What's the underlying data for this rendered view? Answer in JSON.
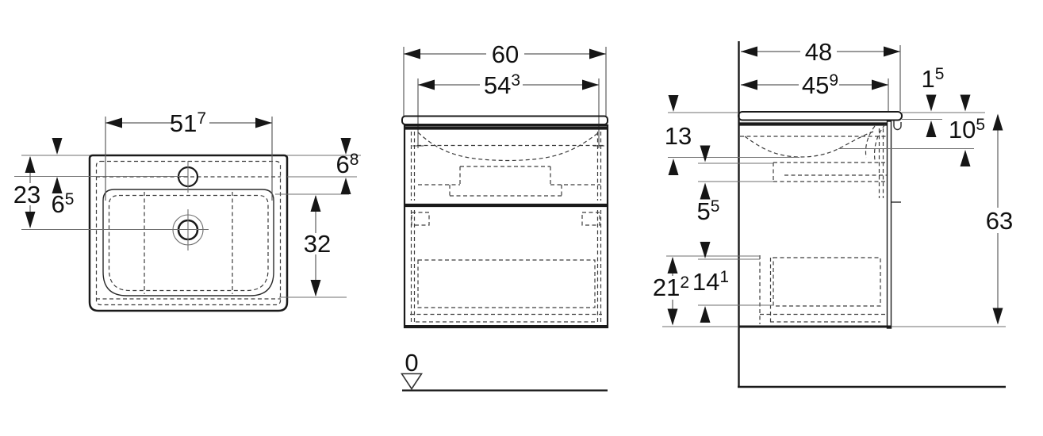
{
  "drawing": {
    "type": "technical dimension drawing",
    "subject": "washbasin with vanity cabinet - top, front and side views",
    "ink_color": "#1a1a1a",
    "leader_color": "#6f6f6f"
  },
  "views": {
    "top": {
      "dims": {
        "basin_width": {
          "main": "51",
          "sup": "7"
        },
        "front_depth": {
          "main": "23",
          "sup": ""
        },
        "tap_offset": {
          "main": "6",
          "sup": "5"
        },
        "rear_ledge": {
          "main": "6",
          "sup": "8"
        },
        "basin_depth": {
          "main": "32",
          "sup": ""
        }
      }
    },
    "front": {
      "dims": {
        "overall_width": {
          "main": "60",
          "sup": ""
        },
        "carcass_width": {
          "main": "54",
          "sup": "3"
        },
        "floor_datum": {
          "main": "0",
          "sup": ""
        }
      }
    },
    "side": {
      "dims": {
        "overall_depth": {
          "main": "48",
          "sup": ""
        },
        "carcass_depth": {
          "main": "45",
          "sup": "9"
        },
        "worktop_edge": {
          "main": "1",
          "sup": "5"
        },
        "basin_underside": {
          "main": "13",
          "sup": ""
        },
        "apron_height": {
          "main": "10",
          "sup": "5"
        },
        "siphon_clearance": {
          "main": "5",
          "sup": "5"
        },
        "overall_height": {
          "main": "63",
          "sup": ""
        },
        "lower_drawer": {
          "main": "21",
          "sup": "2"
        },
        "lower_drawer_inner": {
          "main": "14",
          "sup": "1"
        }
      }
    }
  }
}
